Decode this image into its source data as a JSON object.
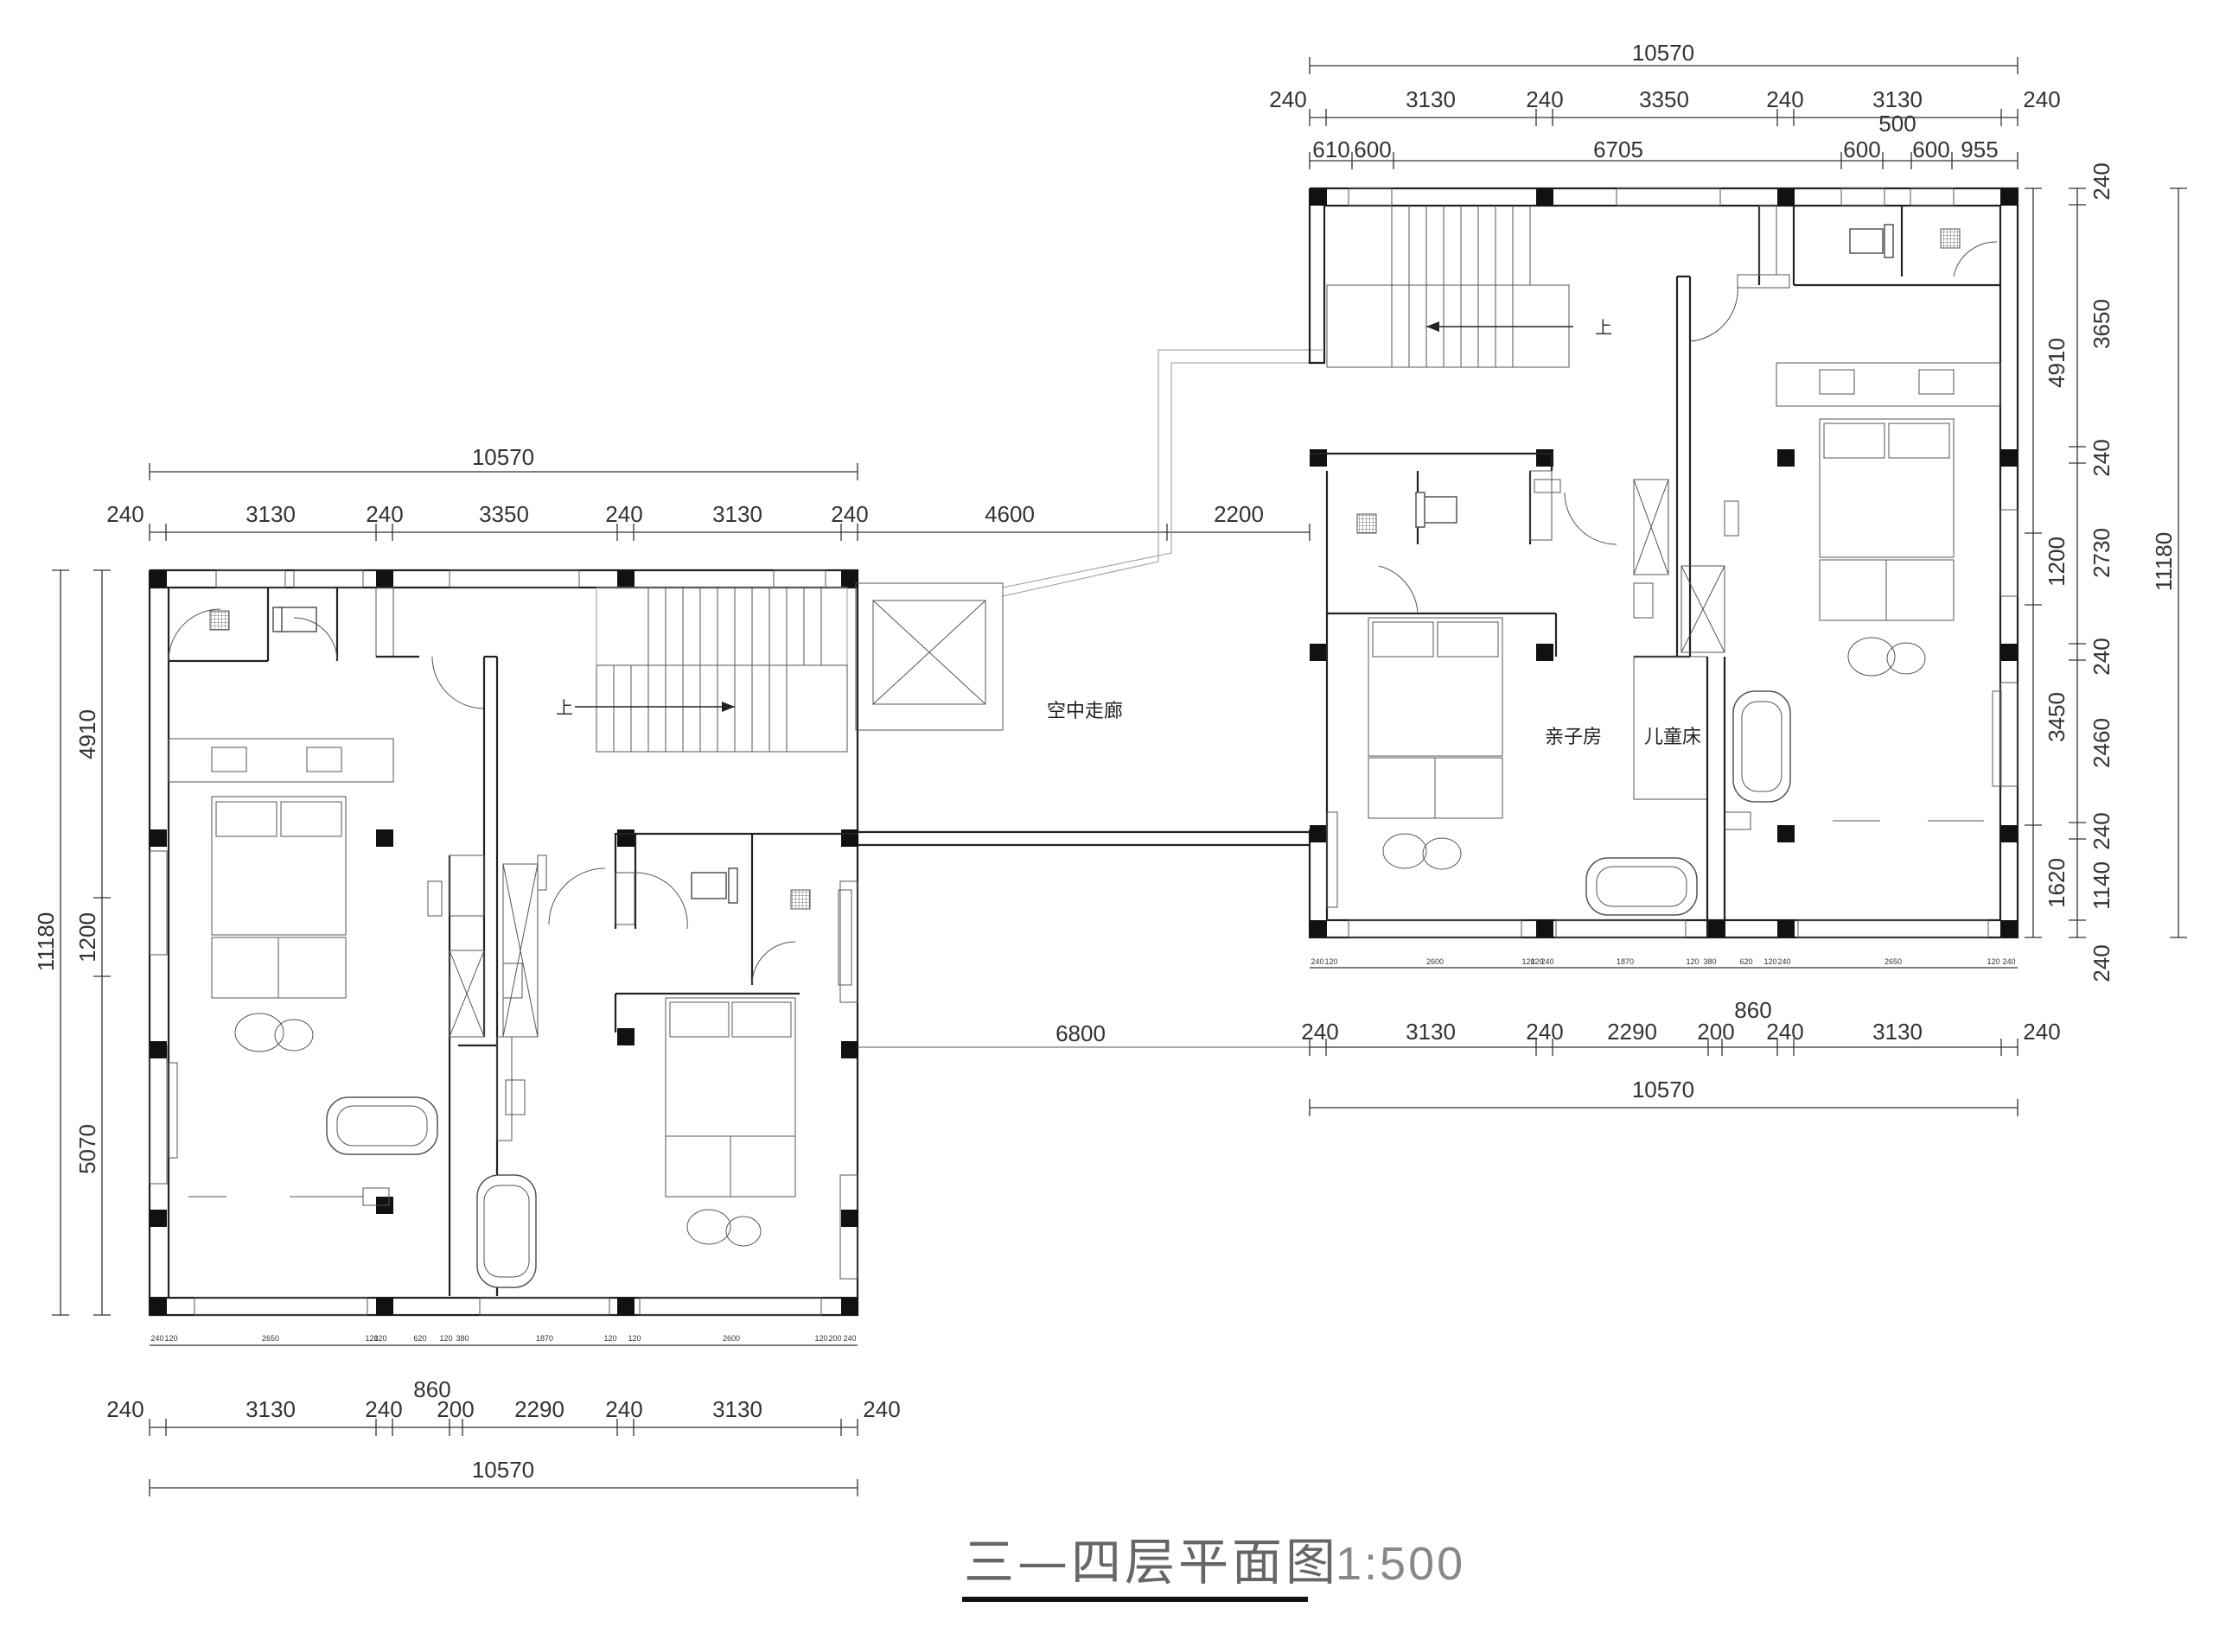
{
  "title": {
    "text": "三—四层平面图",
    "scale": "1:500"
  },
  "left_block": {
    "top_total": "10570",
    "top_parts": [
      "240",
      "3130",
      "240",
      "3350",
      "240",
      "3130",
      "240"
    ],
    "bridge_dims": [
      "4600",
      "2200"
    ],
    "bridge_lower_dim": "6800",
    "left_total": "11180",
    "left_parts": [
      "4910",
      "1200",
      "5070"
    ],
    "bottom_small": [
      "240",
      "120",
      "2650",
      "120",
      "120",
      "620",
      "120",
      "380",
      "1870",
      "120",
      "120",
      "2600",
      "120",
      "200",
      "240"
    ],
    "bottom_parts": [
      "240",
      "3130",
      "240",
      "200",
      "2290",
      "240",
      "3130",
      "240"
    ],
    "bottom_extra": "860",
    "bottom_total": "10570",
    "stair_label": "上"
  },
  "right_block": {
    "top_total": "10570",
    "top_parts": [
      "240",
      "3130",
      "240",
      "3350",
      "240",
      "3130",
      "240"
    ],
    "top_extra": "500",
    "window_dims": [
      "610",
      "600",
      "6705",
      "600",
      "600",
      "955"
    ],
    "right_total": "11180",
    "right_outer": [
      "4910",
      "1200",
      "3450",
      "1620"
    ],
    "right_inner": [
      "240",
      "3650",
      "240",
      "2730",
      "240",
      "2460",
      "240",
      "1140",
      "240"
    ],
    "bottom_small": [
      "240",
      "120",
      "2600",
      "120",
      "120",
      "240",
      "1870",
      "120",
      "380",
      "620",
      "120",
      "240",
      "2650",
      "120",
      "240"
    ],
    "bottom_parts": [
      "240",
      "3130",
      "240",
      "2290",
      "200",
      "240",
      "3130",
      "240"
    ],
    "bottom_extra": "860",
    "bottom_total": "10570",
    "stair_label": "上"
  },
  "rooms": {
    "corridor": "空中走廊",
    "parent_child_room": "亲子房",
    "kids_bed": "儿童床"
  }
}
